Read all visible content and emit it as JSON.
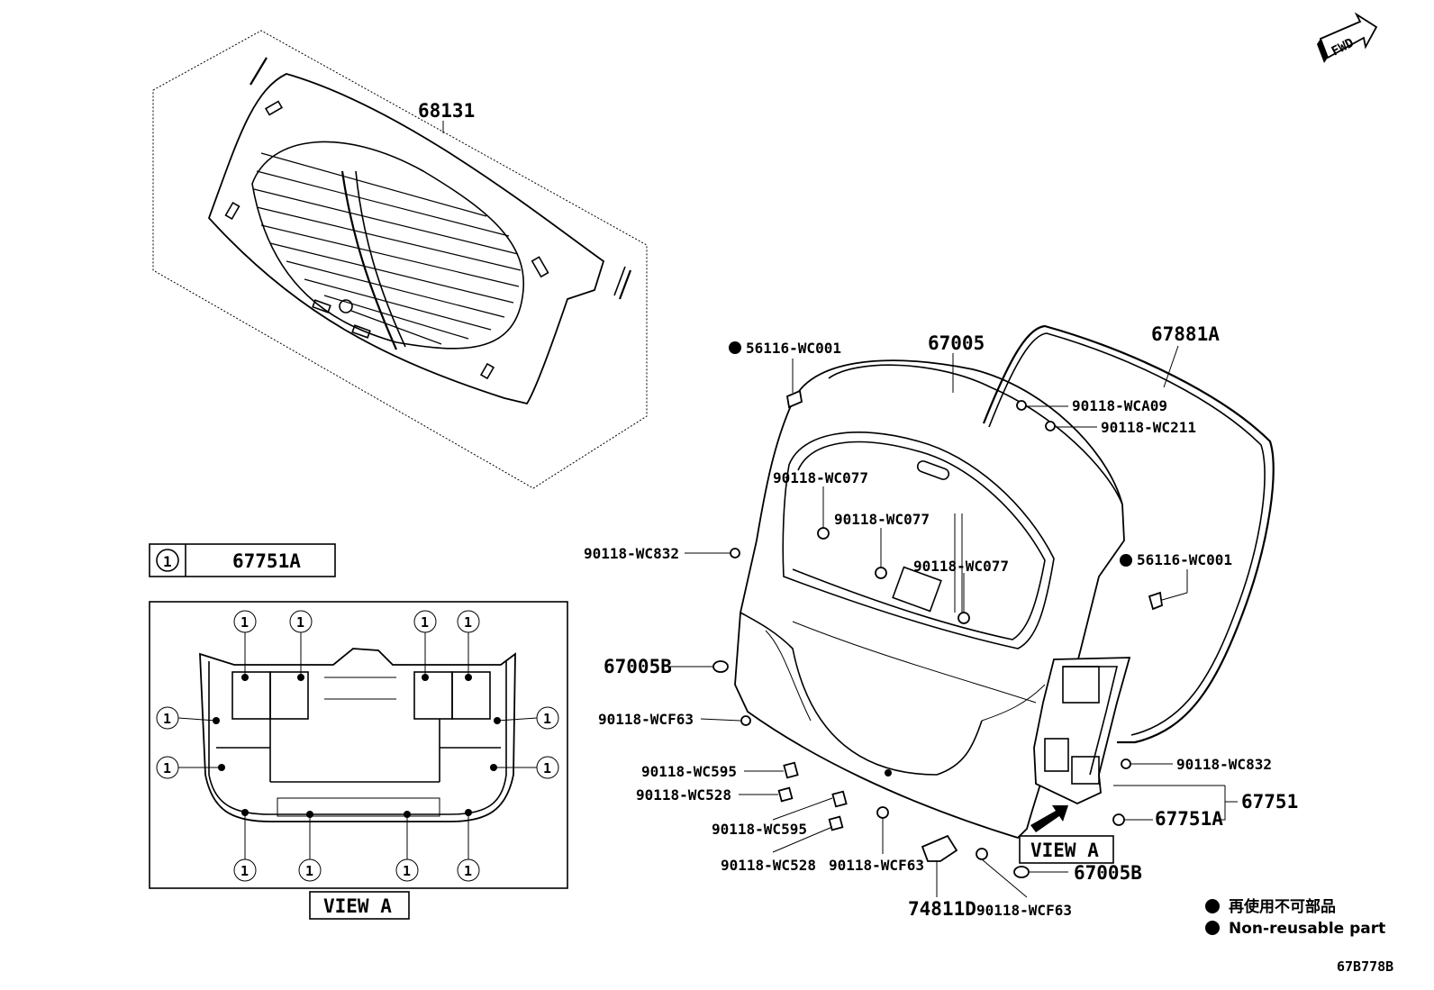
{
  "diagram": {
    "parts": {
      "glass": "68131",
      "back_door": "67005",
      "weatherstrip": "67881A",
      "trim_board": "67751",
      "trim_clip": "67751A",
      "cushion_left": "67005B",
      "cushion_bottom": "67005B",
      "handle": "74811D"
    },
    "fasteners": {
      "nut_top_left": "56116-WC001",
      "nut_right": "56116-WC001",
      "wca09": "90118-WCA09",
      "wc211": "90118-WC211",
      "wc077_a": "90118-WC077",
      "wc077_b": "90118-WC077",
      "wc077_c": "90118-WC077",
      "wc832_left": "90118-WC832",
      "wc832_right": "90118-WC832",
      "wcf63_left": "90118-WCF63",
      "wcf63_mid": "90118-WCF63",
      "wcf63_bottom": "90118-WCF63",
      "wc595_a": "90118-WC595",
      "wc528_a": "90118-WC528",
      "wc595_b": "90118-WC595",
      "wc528_b": "90118-WC528"
    },
    "view_a_label": "VIEW A",
    "view_a_detail_label": "VIEW A",
    "callout": {
      "symbol": "1",
      "part": "67751A"
    },
    "fwd_label": "FWD",
    "legend": {
      "jp": "再使用不可部品",
      "en": "Non-reusable part"
    },
    "figure_id": "67B778B"
  }
}
